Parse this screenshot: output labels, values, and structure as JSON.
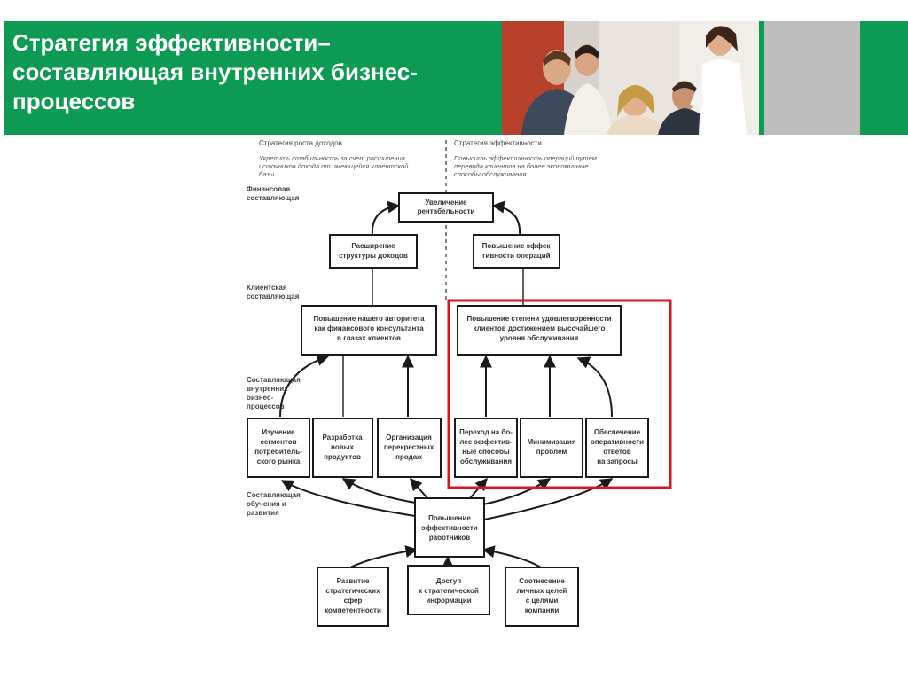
{
  "header": {
    "title_lines": [
      "Стратегия эффективности–",
      "составляющая внутренних бизнес-",
      "процессов"
    ],
    "header_color": "#0d9a53",
    "highlight_color": "#d9161c"
  },
  "diagram": {
    "column_headers": {
      "left": {
        "title": "Стратегия роста доходов",
        "subtitle_lines": [
          "Укрепить стабильность за счет расширения",
          "источников дохода от имеющейся клиентской",
          "базы"
        ]
      },
      "right": {
        "title": "Стратегия эффективности",
        "subtitle_lines": [
          "Повысить эффективность операций путем",
          "перевода клиентов на более экономичные",
          "способы обслуживания"
        ]
      }
    },
    "perspectives": {
      "financial": [
        "Финансовая",
        "составляющая"
      ],
      "client": [
        "Клиентская",
        "составляющая"
      ],
      "internal": [
        "Составляющая",
        "внутренних",
        "бизнес-",
        "процессов"
      ],
      "learning": [
        "Составляющая",
        "обучения и",
        "развития"
      ]
    },
    "boxes": {
      "profitability": [
        "Увеличение",
        "рентабельности"
      ],
      "revenue_structure": [
        "Расширение",
        "структуры доходов"
      ],
      "operational_efficiency": [
        "Повышение эффек",
        "тивности операций"
      ],
      "advisor_authority": [
        "Повышение нашего авторитета",
        "как финансового консультанта",
        "в глазах клиентов"
      ],
      "client_satisfaction": [
        "Повышение степени удовлетворенности",
        "клиентов достижением высочайшего",
        "уровня обслуживания"
      ],
      "segments": [
        "Изучение",
        "сегментов",
        "потребитель-",
        "ского рынка"
      ],
      "new_products": [
        "Разработка",
        "новых",
        "продуктов"
      ],
      "cross_sales": [
        "Организация",
        "перекрестных",
        "продаж"
      ],
      "efficient_channels": [
        "Переход на бо-",
        "лее эффектив-",
        "ные способы",
        "обслуживания"
      ],
      "problem_minimization": [
        "Минимизация",
        "проблем"
      ],
      "response_speed": [
        "Обеспечение",
        "оперативности",
        "ответов",
        "на запросы"
      ],
      "staff_efficiency": [
        "Повышение",
        "эффективности",
        "работников"
      ],
      "competence": [
        "Развитие",
        "стратегических",
        "сфер",
        "компетентности"
      ],
      "info_access": [
        "Доступ",
        "к стратегической",
        "информации"
      ],
      "goal_alignment": [
        "Соотнесение",
        "личных целей",
        "с целями",
        "компании"
      ]
    }
  }
}
